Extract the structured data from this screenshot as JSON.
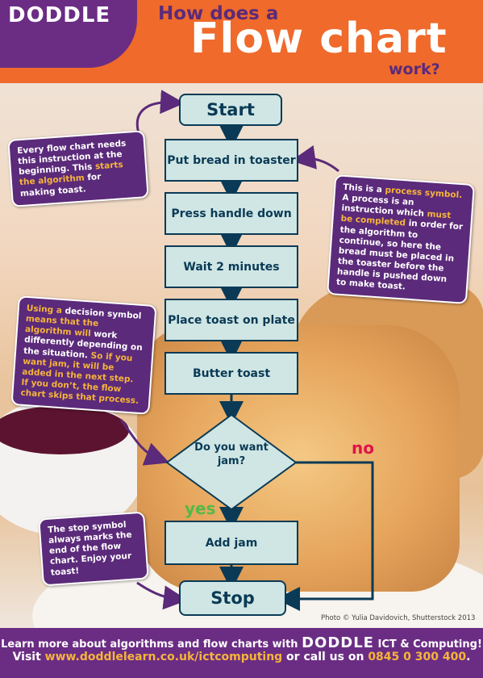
{
  "header": {
    "logo": "DODDLE",
    "title_line1": "How does a",
    "title_line2": "Flow chart",
    "title_line3": "work?"
  },
  "flowchart": {
    "start": "Start",
    "step1": "Put bread in toaster",
    "step2": "Press handle down",
    "step3": "Wait 2 minutes",
    "step4": "Place toast on plate",
    "step5": "Butter toast",
    "decision": "Do you want jam?",
    "yes_label": "yes",
    "no_label": "no",
    "step6": "Add jam",
    "stop": "Stop"
  },
  "notes": {
    "start_note": {
      "t1": "Every flow chart needs this instruction at the beginning. This ",
      "h1": "starts the algorithm",
      "t2": " for making toast."
    },
    "process_note": {
      "t1": "This is a ",
      "h1": "process symbol.",
      "t2": " A process is an instruction which ",
      "h2": "must be completed",
      "t3": " in order for the algorithm to continue, so here the bread must be placed in the toaster before the handle is pushed down to make toast."
    },
    "decision_note": {
      "t1": "Using a ",
      "h1": "decision symbol",
      "t2": " means that the algorithm will ",
      "h2": "work differently depending on the situation.",
      "t3": " So if you want jam, it will be added in the next step. If you don’t, the flow chart skips that process."
    },
    "stop_note": {
      "t1": "The stop symbol always marks the end of the flow chart. Enjoy your toast!"
    }
  },
  "credit": "Photo © Yulia Davidovich, Shutterstock 2013",
  "footer": {
    "l1_text": "Learn more about algorithms and flow charts with ",
    "l1_logo": "DODDLE",
    "l1_tail": " ICT & Computing!",
    "l2_text": "Visit ",
    "l2_url": "www.doddlelearn.co.uk/ictcomputing",
    "l2_mid": " or call us on ",
    "l2_phone": "0845 0 300 400",
    "l2_end": "."
  },
  "colors": {
    "header_orange": "#ef6a2b",
    "brand_purple": "#5b2a7a",
    "node_fill": "#cfe6e4",
    "node_border": "#0a3a55",
    "yes_green": "#54b948",
    "no_red": "#e1124a",
    "highlight_yellow": "#f6b43a"
  }
}
